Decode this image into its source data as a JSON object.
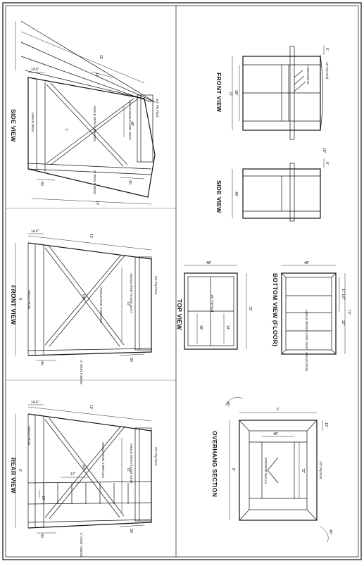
{
  "views": {
    "side": {
      "title": "SIDE VIEW",
      "dims": {
        "top_len": "11'",
        "overhang": "14.6\"",
        "depth": "12\"",
        "height_48": "48\"",
        "bottom_len": "10'",
        "leg_spread": "7'",
        "base_a": ".50",
        "base_b": ".50"
      },
      "labels": {
        "floor": "3/4\" Ply Floor",
        "floor_joist": "ANGLE IRON FLOOR JOIST",
        "braces": "ANGLE IRON X-BRACES",
        "leg": "ANGLE IRON",
        "tubing": "2\" IRON TUBING"
      }
    },
    "front": {
      "title": "FRONT VIEW",
      "dims": {
        "top_len": "10'",
        "overhang": "14.6\"",
        "height_72": "72\"",
        "leg": "8'",
        "diag": "6'6\"",
        "base_a": ".50",
        "base_b": ".50"
      },
      "labels": {
        "floor": "3/4\" Ply Floor",
        "floor_joist": "ANGLE IRON FLOOR JOIST",
        "braces": "ANGLE IRON X-BRACES",
        "leg": "ANGLE IRON",
        "tubing": "2\" IRON TUBING"
      }
    },
    "rear": {
      "title": "REAR VIEW",
      "dims": {
        "top_len": "10'",
        "overhang": "14.6\"",
        "height_72": "72\"",
        "leg": "8'",
        "diag": "6'6\"",
        "rung": "12\"",
        "rung_b": "18\"",
        "base_a": ".50",
        "base_b": ".50"
      },
      "labels": {
        "floor": "3/4\" Ply Floor",
        "floor_joist": "ANGLE IRON FLOOR JOIST",
        "braces": "ANGLE IRON X-BRACES",
        "leg": "ANGLE IRON",
        "tubing": "2\" IRON TUBING"
      }
    },
    "front_small": {
      "title": "FRONT VIEW",
      "dims": {
        "top": "6'",
        "roof": "12\" Ply Roof",
        "h36": "36\"",
        "h72": "72\"",
        "h18": "18\""
      },
      "labels": {
        "brackets": "L-BRACKETS"
      }
    },
    "side_small": {
      "title": "SIDE VIEW",
      "dims": {
        "top": "6'",
        "h48": "48\""
      }
    },
    "top": {
      "title": "TOP VIEW",
      "dims": {
        "w48": "48\"",
        "h72": "72\"",
        "d36": "36\"",
        "d34": "34\""
      },
      "labels": {
        "roof": "1/2\" Ply Roof"
      }
    },
    "bottom": {
      "title": "BOTTOM VIEW (FLOOR)",
      "dims": {
        "w48": "48\"",
        "h72": "72\"",
        "a": "17 1/2\"",
        "b": "12\""
      },
      "labels": {
        "joist": "ANGLE IRON FLOOR JOIST",
        "angle": "ANGLE IRON"
      }
    },
    "overhang": {
      "title": "OVERHANG SECTION",
      "dims": {
        "w6": "6'",
        "h8": "8'",
        "w48": "48\"",
        "h72": "72\"",
        "d12": "12\"",
        "a45": "45°",
        "a45b": "45°"
      },
      "labels": {
        "roof": "1/2\" Ply Roof",
        "walls": "INTERIOR WALLS"
      }
    }
  }
}
